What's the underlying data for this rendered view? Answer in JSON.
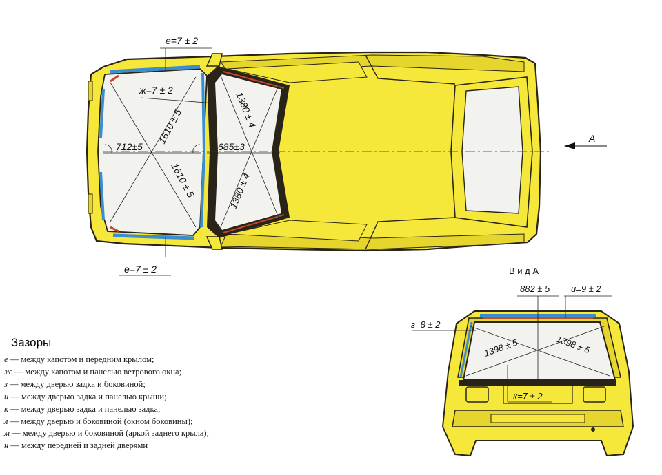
{
  "labels": {
    "gap_e_top": "е=7 ± 2",
    "gap_zh": "ж=7 ± 2",
    "gap_e_bottom": "е=7 ± 2",
    "hood_diag_1": "1610 ± 5",
    "hood_diag_2": "1610 ± 5",
    "hood_width": "712±5",
    "windshield_width": "685±3",
    "windshield_diag_1": "1380 ± 4",
    "windshield_diag_2": "1380 ± 4",
    "view_arrow": "А",
    "view_title": "В и д  А",
    "rear_width": "882 ± 5",
    "gap_i": "и=9 ± 2",
    "gap_z": "з=8 ± 2",
    "rear_diag_1": "1398 ± 5",
    "rear_diag_2": "1398 ± 5",
    "gap_k": "к=7 ± 2"
  },
  "legend": {
    "title": "Зазоры",
    "items": [
      {
        "letter": "е",
        "text": " — между капотом и передним крылом;"
      },
      {
        "letter": "ж",
        "text": " — между капотом и панелью ветрового окна;"
      },
      {
        "letter": "з",
        "text": " — между дверью задка и боковиной;"
      },
      {
        "letter": "и",
        "text": " — между дверью задка и панелью крыши;"
      },
      {
        "letter": "к",
        "text": " — между дверью задка и панелью задка;"
      },
      {
        "letter": "л",
        "text": " — между дверью и боковиной (окном боковины);"
      },
      {
        "letter": "м",
        "text": " — между дверью и боковиной (аркой заднего крыла);"
      },
      {
        "letter": "н",
        "text": " — между передней и задней дверями"
      }
    ]
  },
  "colors": {
    "body": "#f5e83a",
    "body_shade": "#e6d52c",
    "outline": "#2a2418",
    "glass": "#f2f2ee",
    "gap_blue": "#3a8ed0",
    "gap_red": "#c8442c"
  }
}
